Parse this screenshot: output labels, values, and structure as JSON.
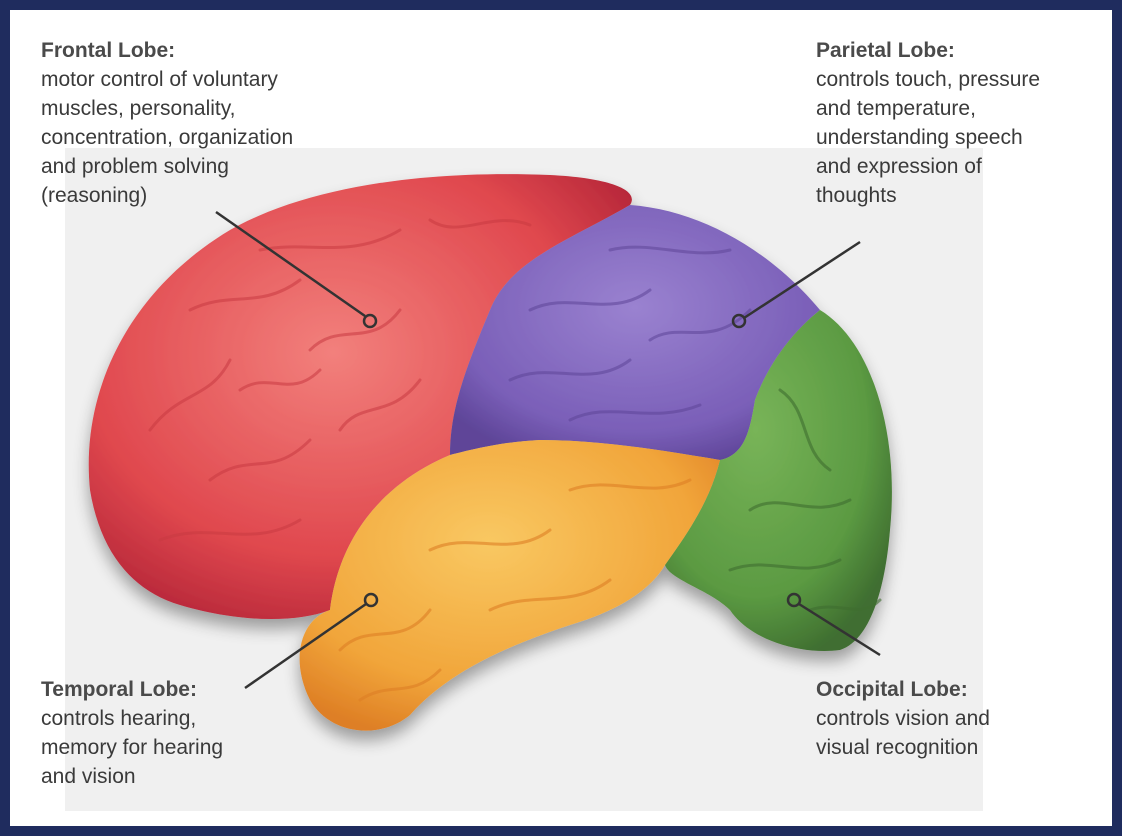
{
  "labels": {
    "frontal": {
      "title": "Frontal Lobe:",
      "desc": "motor control of voluntary\nmuscles, personality,\nconcentration, organization\nand problem solving\n(reasoning)"
    },
    "parietal": {
      "title": "Parietal Lobe:",
      "desc": "controls touch, pressure\nand temperature,\nunderstanding speech\nand expression of\nthoughts"
    },
    "temporal": {
      "title": "Temporal Lobe:",
      "desc": "controls hearing,\nmemory for hearing\nand vision"
    },
    "occipital": {
      "title": "Occipital Lobe:",
      "desc": "controls vision and\nvisual recognition"
    }
  },
  "colors": {
    "border": "#1f2c5e",
    "frontal": "#e0484e",
    "parietal": "#7a5fb8",
    "temporal": "#f1a53a",
    "occipital": "#5b9a42",
    "text": "#3a3a3a"
  }
}
